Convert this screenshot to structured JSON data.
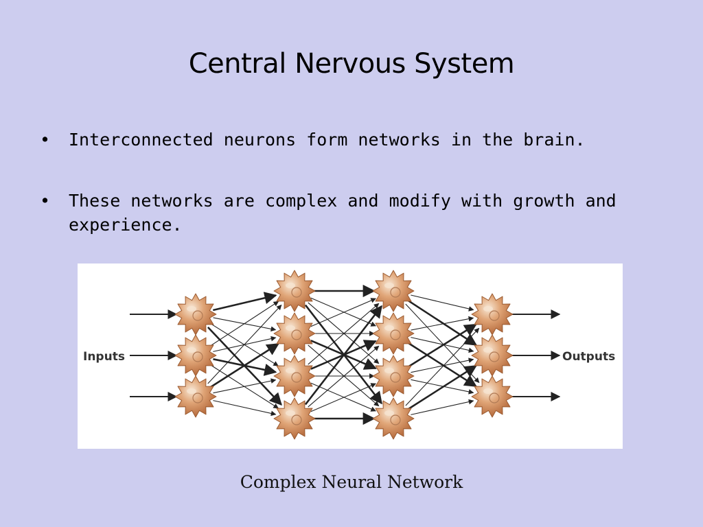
{
  "slide": {
    "title": "Central Nervous System",
    "bullets": [
      "Interconnected neurons form networks in the brain.",
      "These networks are complex and modify with growth and experience."
    ],
    "bullet_symbol": "•"
  },
  "diagram": {
    "input_label": "Inputs",
    "output_label": "Outputs",
    "layers": [
      3,
      4,
      4,
      3
    ],
    "neuron_color": "#d9925e",
    "neuron_highlight": "#f6e3cf",
    "icons": [
      "neuron-icon",
      "arrow-icon"
    ]
  },
  "caption": "Complex Neural Network"
}
